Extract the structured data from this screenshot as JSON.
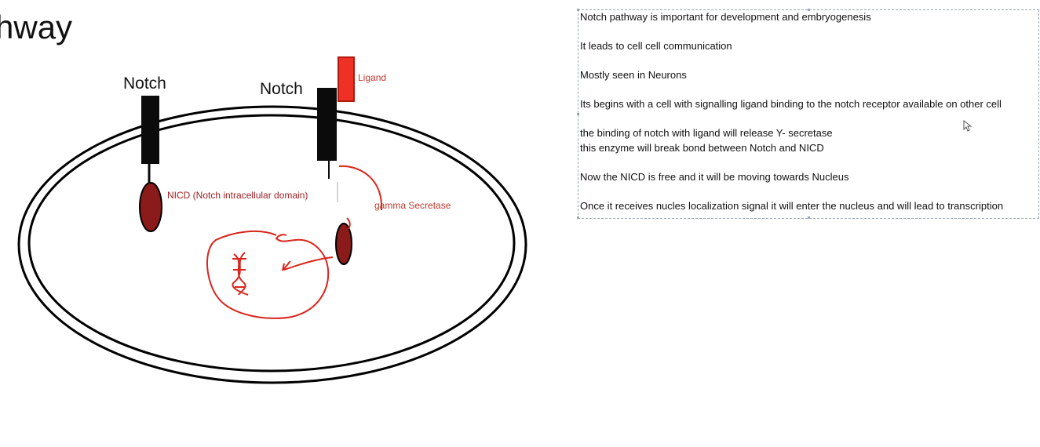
{
  "slide": {
    "title_fragment": "hway"
  },
  "diagram": {
    "notch_left_label": "Notch",
    "notch_right_label": "Notch",
    "ligand_label": "Ligand",
    "nicd_label": "NICD (Notch intracellular domain)",
    "gamma_label": "gamma Secretase",
    "colors": {
      "receptor": "#0b0b0b",
      "ligand": "#ee3124",
      "nicd": "#8b1a1a",
      "annotation": "#d9251c"
    }
  },
  "notes": {
    "lines": [
      "Notch pathway is important for development and embryogenesis",
      "",
      "It leads to cell cell communication",
      "",
      "Mostly seen in Neurons",
      "",
      "Its begins with a cell with signalling ligand binding to the notch receptor available on other cell",
      "",
      "the binding of notch with ligand will release  Y- secretase",
      "this enzyme will break bond between Notch and NICD",
      "",
      "Now the NICD is free and it will be moving towards Nucleus",
      "",
      "Once it receives nucles localization signal it will enter the nucleus and will lead to transcription"
    ]
  }
}
